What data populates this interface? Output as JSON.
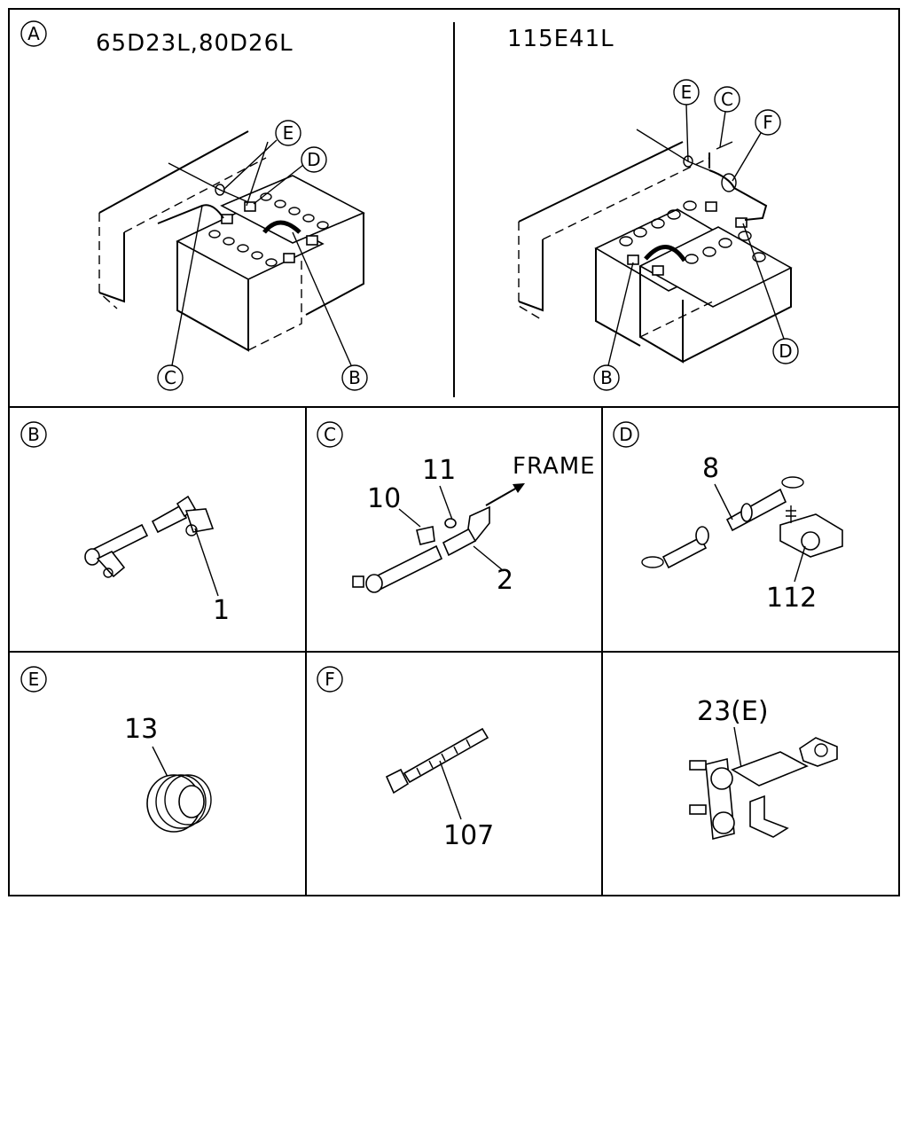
{
  "panels": {
    "a": {
      "marker": "A",
      "left_title": "65D23L,80D26L",
      "right_title": "115E41L",
      "left_callouts": [
        "E",
        "D",
        "C",
        "B"
      ],
      "right_callouts": [
        "E",
        "C",
        "F",
        "B",
        "D"
      ]
    },
    "b": {
      "marker": "B",
      "part": "1"
    },
    "c": {
      "marker": "C",
      "parts": [
        "10",
        "11",
        "2"
      ],
      "note": "FRAME"
    },
    "d": {
      "marker": "D",
      "parts": [
        "8",
        "112"
      ]
    },
    "e": {
      "marker": "E",
      "part": "13"
    },
    "f": {
      "marker": "F",
      "part": "107"
    },
    "g": {
      "part": "23(E)"
    }
  }
}
